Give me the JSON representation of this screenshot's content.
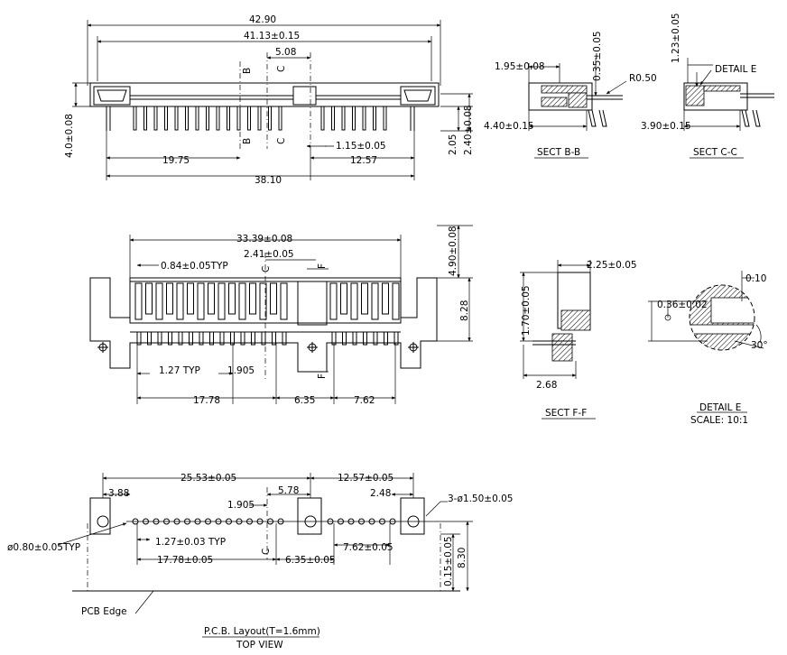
{
  "dims": {
    "top_overall": "42.90",
    "top_inner": "41.13±0.15",
    "top_5_08": "5.08",
    "top_height": "4.0±0.08",
    "top_2_05": "2.05",
    "top_2_40": "2.40±0.08",
    "top_1_15": "1.15±0.05",
    "top_19_75": "19.75",
    "top_12_57": "12.57",
    "top_38_10": "38.10",
    "front_33_39": "33.39±0.08",
    "front_0_84": "0.84±0.05TYP",
    "front_2_41": "2.41±0.05",
    "front_4_90": "4.90±0.08",
    "front_8_28": "8.28",
    "front_1_27": "1.27 TYP",
    "front_1_905": "1.905",
    "front_17_78": "17.78",
    "front_6_35": "6.35",
    "front_7_62": "7.62",
    "sb_1_95": "1.95±0.08",
    "sb_0_35": "0.35±0.05",
    "sb_r": "R0.50",
    "sb_4_40": "4.40±0.15",
    "sc_1_23": "1.23±0.05",
    "sc_detail": "DETAIL E",
    "sc_3_90": "3.90±0.15",
    "sf_2_25": "2.25±0.05",
    "sf_1_70": "1.70±0.05",
    "sf_2_68": "2.68",
    "de_0_10": "0.10",
    "de_0_36": "0.36±0.02",
    "de_30": "30°",
    "pcb_25_53": "25.53±0.05",
    "pcb_12_57": "12.57±0.05",
    "pcb_3_88": "3.88",
    "pcb_1_905": "1.905",
    "pcb_5_78": "5.78",
    "pcb_2_48": "2.48",
    "pcb_hole": "3-ø1.50±0.05",
    "pcb_pin": "ø0.80±0.05TYP",
    "pcb_1_27": "1.27±0.03 TYP",
    "pcb_7_62": "7.62±0.05",
    "pcb_17_78": "17.78±0.05",
    "pcb_6_35": "6.35±0.05",
    "pcb_0_15": "0.15±0.05",
    "pcb_8_30": "8.30"
  },
  "section_marks": {
    "b": "B",
    "c": "C",
    "f": "F"
  },
  "labels": {
    "sect_bb": "SECT B-B",
    "sect_cc": "SECT C-C",
    "sect_ff": "SECT F-F",
    "detail_e_title": "DETAIL E",
    "detail_e_scale": "SCALE: 10:1",
    "pcb_edge": "PCB Edge",
    "pcb_layout": "P.C.B. Layout(T=1.6mm)",
    "top_view": "TOP VIEW"
  }
}
